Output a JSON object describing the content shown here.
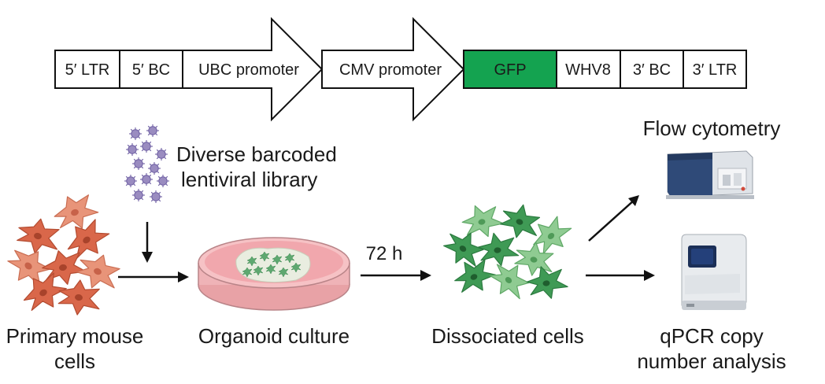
{
  "construct": {
    "segments": [
      {
        "label": "5′ LTR"
      },
      {
        "label": "5′ BC"
      },
      {
        "label": "UBC promoter"
      },
      {
        "label": "CMV promoter"
      },
      {
        "label": "GFP"
      },
      {
        "label": "WHV8"
      },
      {
        "label": "3′ BC"
      },
      {
        "label": "3′ LTR"
      }
    ],
    "gfp_color": "#14a350"
  },
  "workflow": {
    "library_label_line1": "Diverse barcoded",
    "library_label_line2": "lentiviral library",
    "primary_label_line1": "Primary mouse",
    "primary_label_line2": "cells",
    "organoid_label": "Organoid culture",
    "time_label": "72 h",
    "dissociated_label": "Dissociated cells",
    "flow_label": "Flow cytometry",
    "qpcr_label_line1": "qPCR copy",
    "qpcr_label_line2": "number analysis"
  },
  "colors": {
    "primary_cells": "#d9674a",
    "primary_cells_light": "#e89479",
    "green_cells": "#3f9a55",
    "green_cells_light": "#8fcb92",
    "virus": "#9a8cc0",
    "dish_fill": "#f1a7ad"
  }
}
